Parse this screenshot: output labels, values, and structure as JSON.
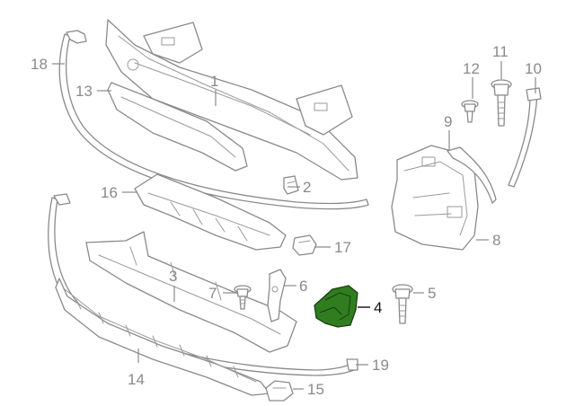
{
  "colors": {
    "line": "#8a8a8a",
    "highlight_fill": "#2f7d1f",
    "highlight_text": "#111111",
    "background": "#ffffff"
  },
  "callouts": {
    "c1": "1",
    "c2": "2",
    "c3": "3",
    "c4": "4",
    "c5": "5",
    "c6": "6",
    "c7": "7",
    "c8": "8",
    "c9": "9",
    "c10": "10",
    "c11": "11",
    "c12": "12",
    "c13": "13",
    "c14": "14",
    "c15": "15",
    "c16": "16",
    "c17": "17",
    "c18": "18",
    "c19": "19"
  },
  "highlighted_part": "4"
}
